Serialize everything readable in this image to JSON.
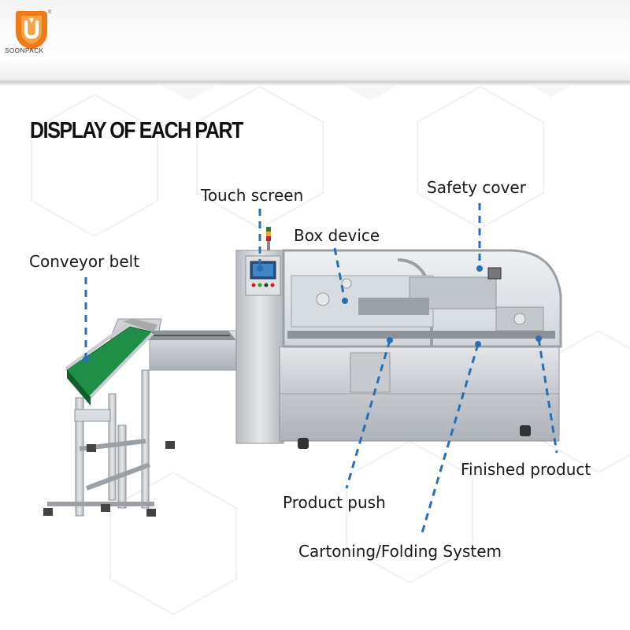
{
  "brand": {
    "name": "SOONPACK",
    "registered": "®",
    "colors": {
      "logo_orange": "#f07a18",
      "logo_orange_light": "#f7a247"
    }
  },
  "title": "DISPLAY OF EACH PART",
  "callouts": [
    {
      "id": "touch-screen",
      "label": "Touch screen"
    },
    {
      "id": "safety-cover",
      "label": "Safety cover"
    },
    {
      "id": "box-device",
      "label": "Box device"
    },
    {
      "id": "conveyor-belt",
      "label": "Conveyor belt"
    },
    {
      "id": "finished-product",
      "label": "Finished product"
    },
    {
      "id": "product-push",
      "label": "Product push"
    },
    {
      "id": "cartoning-folding-system",
      "label": "Cartoning/Folding System"
    }
  ],
  "colors": {
    "leader_line": "#2a6fb3",
    "belt_green": "#1f8f48",
    "steel": "#c9cdd2",
    "text": "#1b1b1b"
  },
  "icons": [
    "soonpack-logo-icon",
    "signal-light-icon"
  ]
}
